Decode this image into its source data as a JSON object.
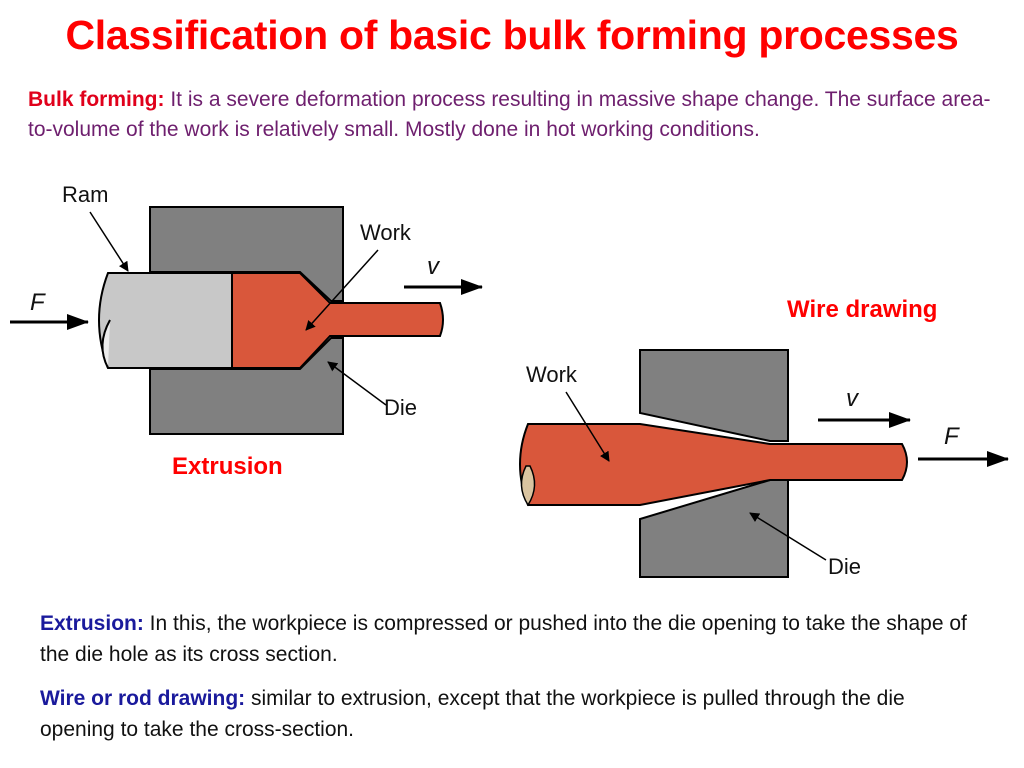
{
  "title": "Classification of basic bulk forming processes",
  "intro": {
    "lead": "Bulk forming:",
    "text": " It is a severe deformation process resulting in massive shape change. The surface area-to-volume of the work is relatively small. Mostly done in hot working conditions."
  },
  "extrusion_diagram": {
    "caption": "Extrusion",
    "labels": {
      "ram": "Ram",
      "work": "Work",
      "die": "Die",
      "force": "F",
      "velocity": "v"
    }
  },
  "wire_drawing_diagram": {
    "caption": "Wire drawing",
    "labels": {
      "work": "Work",
      "die": "Die",
      "force": "F",
      "velocity": "v"
    }
  },
  "definitions": {
    "extrusion": {
      "lead": "Extrusion:",
      "text": " In this, the workpiece is compressed or pushed into the die opening to take the  shape of the die hole as its cross section."
    },
    "wire_drawing": {
      "lead": "Wire or rod drawing:",
      "text": " similar to extrusion, except that the workpiece is pulled through the die  opening to take the cross-section."
    }
  },
  "colors": {
    "title": "#ff0000",
    "intro_text": "#6e1f6e",
    "caption": "#ff0000",
    "def_lead": "#1a1a9c",
    "work": "#d9573b",
    "die": "#808080",
    "ram": "#c8c8c8"
  }
}
